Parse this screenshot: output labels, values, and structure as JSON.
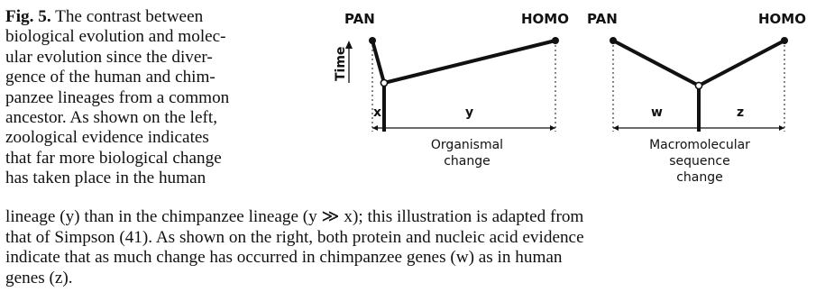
{
  "caption": {
    "label": "Fig. 5.",
    "lines_side": [
      "The contrast between",
      "biological evolution and molec-",
      "ular evolution since the diver-",
      "gence of the human and chim-",
      "panzee lineages from a common",
      "ancestor. As shown on the left,",
      "zoological evidence indicates",
      "that far more biological change",
      "has taken place in the human"
    ],
    "lines_full": [
      "lineage (y) than in the chimpanzee lineage (y ≫ x); this illustration is adapted from",
      "that of Simpson (41). As shown on the right, both protein and nucleic acid evidence",
      "indicate that as much change has occurred in chimpanzee genes (w) as in human",
      "genes (z)."
    ]
  },
  "left_diagram": {
    "pan_label": "PAN",
    "homo_label": "HOMO",
    "time_label": "Time",
    "x_label": "x",
    "y_label": "y",
    "bottom_line1": "Organismal",
    "bottom_line2": "change"
  },
  "right_diagram": {
    "pan_label": "PAN",
    "homo_label": "HOMO",
    "w_label": "w",
    "z_label": "z",
    "bottom_line1": "Macromolecular",
    "bottom_line2": "sequence",
    "bottom_line3": "change"
  }
}
